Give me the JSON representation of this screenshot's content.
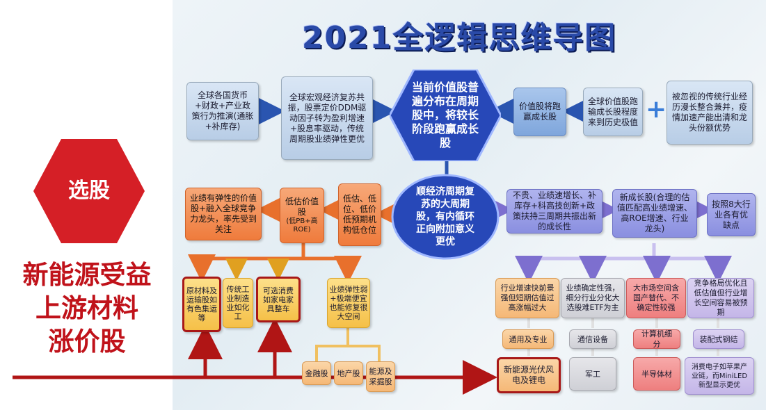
{
  "title": "2021全逻辑思维导图",
  "left_panel": {
    "hex_label": "选股",
    "caption_lines": [
      "新能源受益",
      "上游材料",
      "涨价股"
    ]
  },
  "top_row": {
    "box1": "全球各国货币+财政+产业政策行为推演(通胀+补库存)",
    "box2": "全球宏观经济复苏共振，股票定价DDM驱动因子转为盈利增速+股息率驱动，传统周期股业绩弹性更优",
    "center_hex": "当前价值股普遍分布在周期股中，将较长阶段跑赢成长股",
    "box_value": "价值股将跑赢成长股",
    "box_global": "全球价值股跑输成长股程度来到历史极值",
    "plus": "+",
    "box_ignored": "被忽视的传统行业经历漫长整合兼并，疫情加速产能出清和龙头份额优势"
  },
  "middle_row": {
    "center_circle": "顺经济周期复苏的大周期股，有内循环正向附加意义更优",
    "orange1": "业绩有弹性的价值股+融入全球竞争力龙头，率先受到关注",
    "orange2_main": "低估价值股",
    "orange2_sub": "(低PB+高ROE)",
    "orange3": "低估、低位、低价低预期机构低仓位",
    "right1": "不贵、业绩速增长、补库存+科高技创新+政策扶持三周期共振出新的成长性",
    "right2": "新成长股(合理的估值匹配高业绩增速、高ROE增速、行业龙头)",
    "right3": "按照8大行业各有优缺点"
  },
  "lower_left": {
    "y1": "原材料及运输股如有色集运等",
    "y2": "传统工业制造业如化工",
    "y3": "可选消费如家电家具整车",
    "y4": "业绩弹性弱+极端便宜也能修复很大空间"
  },
  "bottom_left": {
    "b1": "金融股",
    "b2": "地产股",
    "b3": "能源及采掘股"
  },
  "right_cols": {
    "c1_top": "行业增速快前景强但短期估值过高涨幅过大",
    "c1_mid": "通用及专业",
    "c1_bot": "新能源光伏风电及锂电",
    "c2_top": "业绩确定性强，细分行业分化大选股难ETF为主",
    "c2_mid": "通信设备",
    "c2_bot": "军工",
    "c3_top": "大市场空间含国产替代、不确定性较强",
    "c3_mid": "计算机细分",
    "c3_bot": "半导体材",
    "c4_top": "竞争格局优化且低估值但行业增长空间容易被预期",
    "c4_mid": "装配式钢结",
    "c4_bot": "消费电子如苹果产业链，而MiniLED新型显示更优"
  },
  "colors": {
    "accent_red": "#c0121a",
    "title_blue": "#2a4aa8",
    "hex_blue": "#2748b8",
    "orange": "#ef7b3c"
  }
}
